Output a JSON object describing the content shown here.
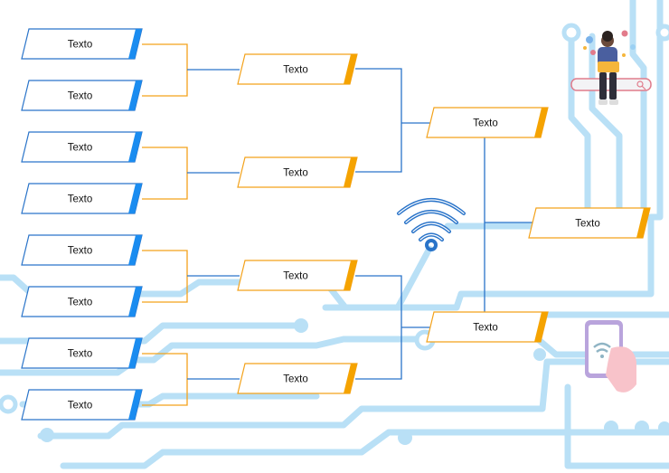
{
  "diagram": {
    "title": "",
    "node_label": "Texto",
    "round1": [
      "Texto",
      "Texto",
      "Texto",
      "Texto",
      "Texto",
      "Texto",
      "Texto",
      "Texto"
    ],
    "round2": [
      "Texto",
      "Texto",
      "Texto",
      "Texto"
    ],
    "round3": [
      "Texto",
      "Texto"
    ],
    "final": [
      "Texto"
    ]
  },
  "colors": {
    "circuit": "#b9e0f6",
    "round1_border": "#2a74c9",
    "round1_accent": "#1a8cf0",
    "upper_border": "#f3a21b",
    "upper_accent": "#f5a300",
    "connector_orange": "#f3a21b",
    "connector_blue": "#2a74c9",
    "wifi": "#2a74c9"
  },
  "icons": [
    "wifi-icon",
    "person-with-laptop-illustration",
    "phone-in-hand-illustration"
  ]
}
